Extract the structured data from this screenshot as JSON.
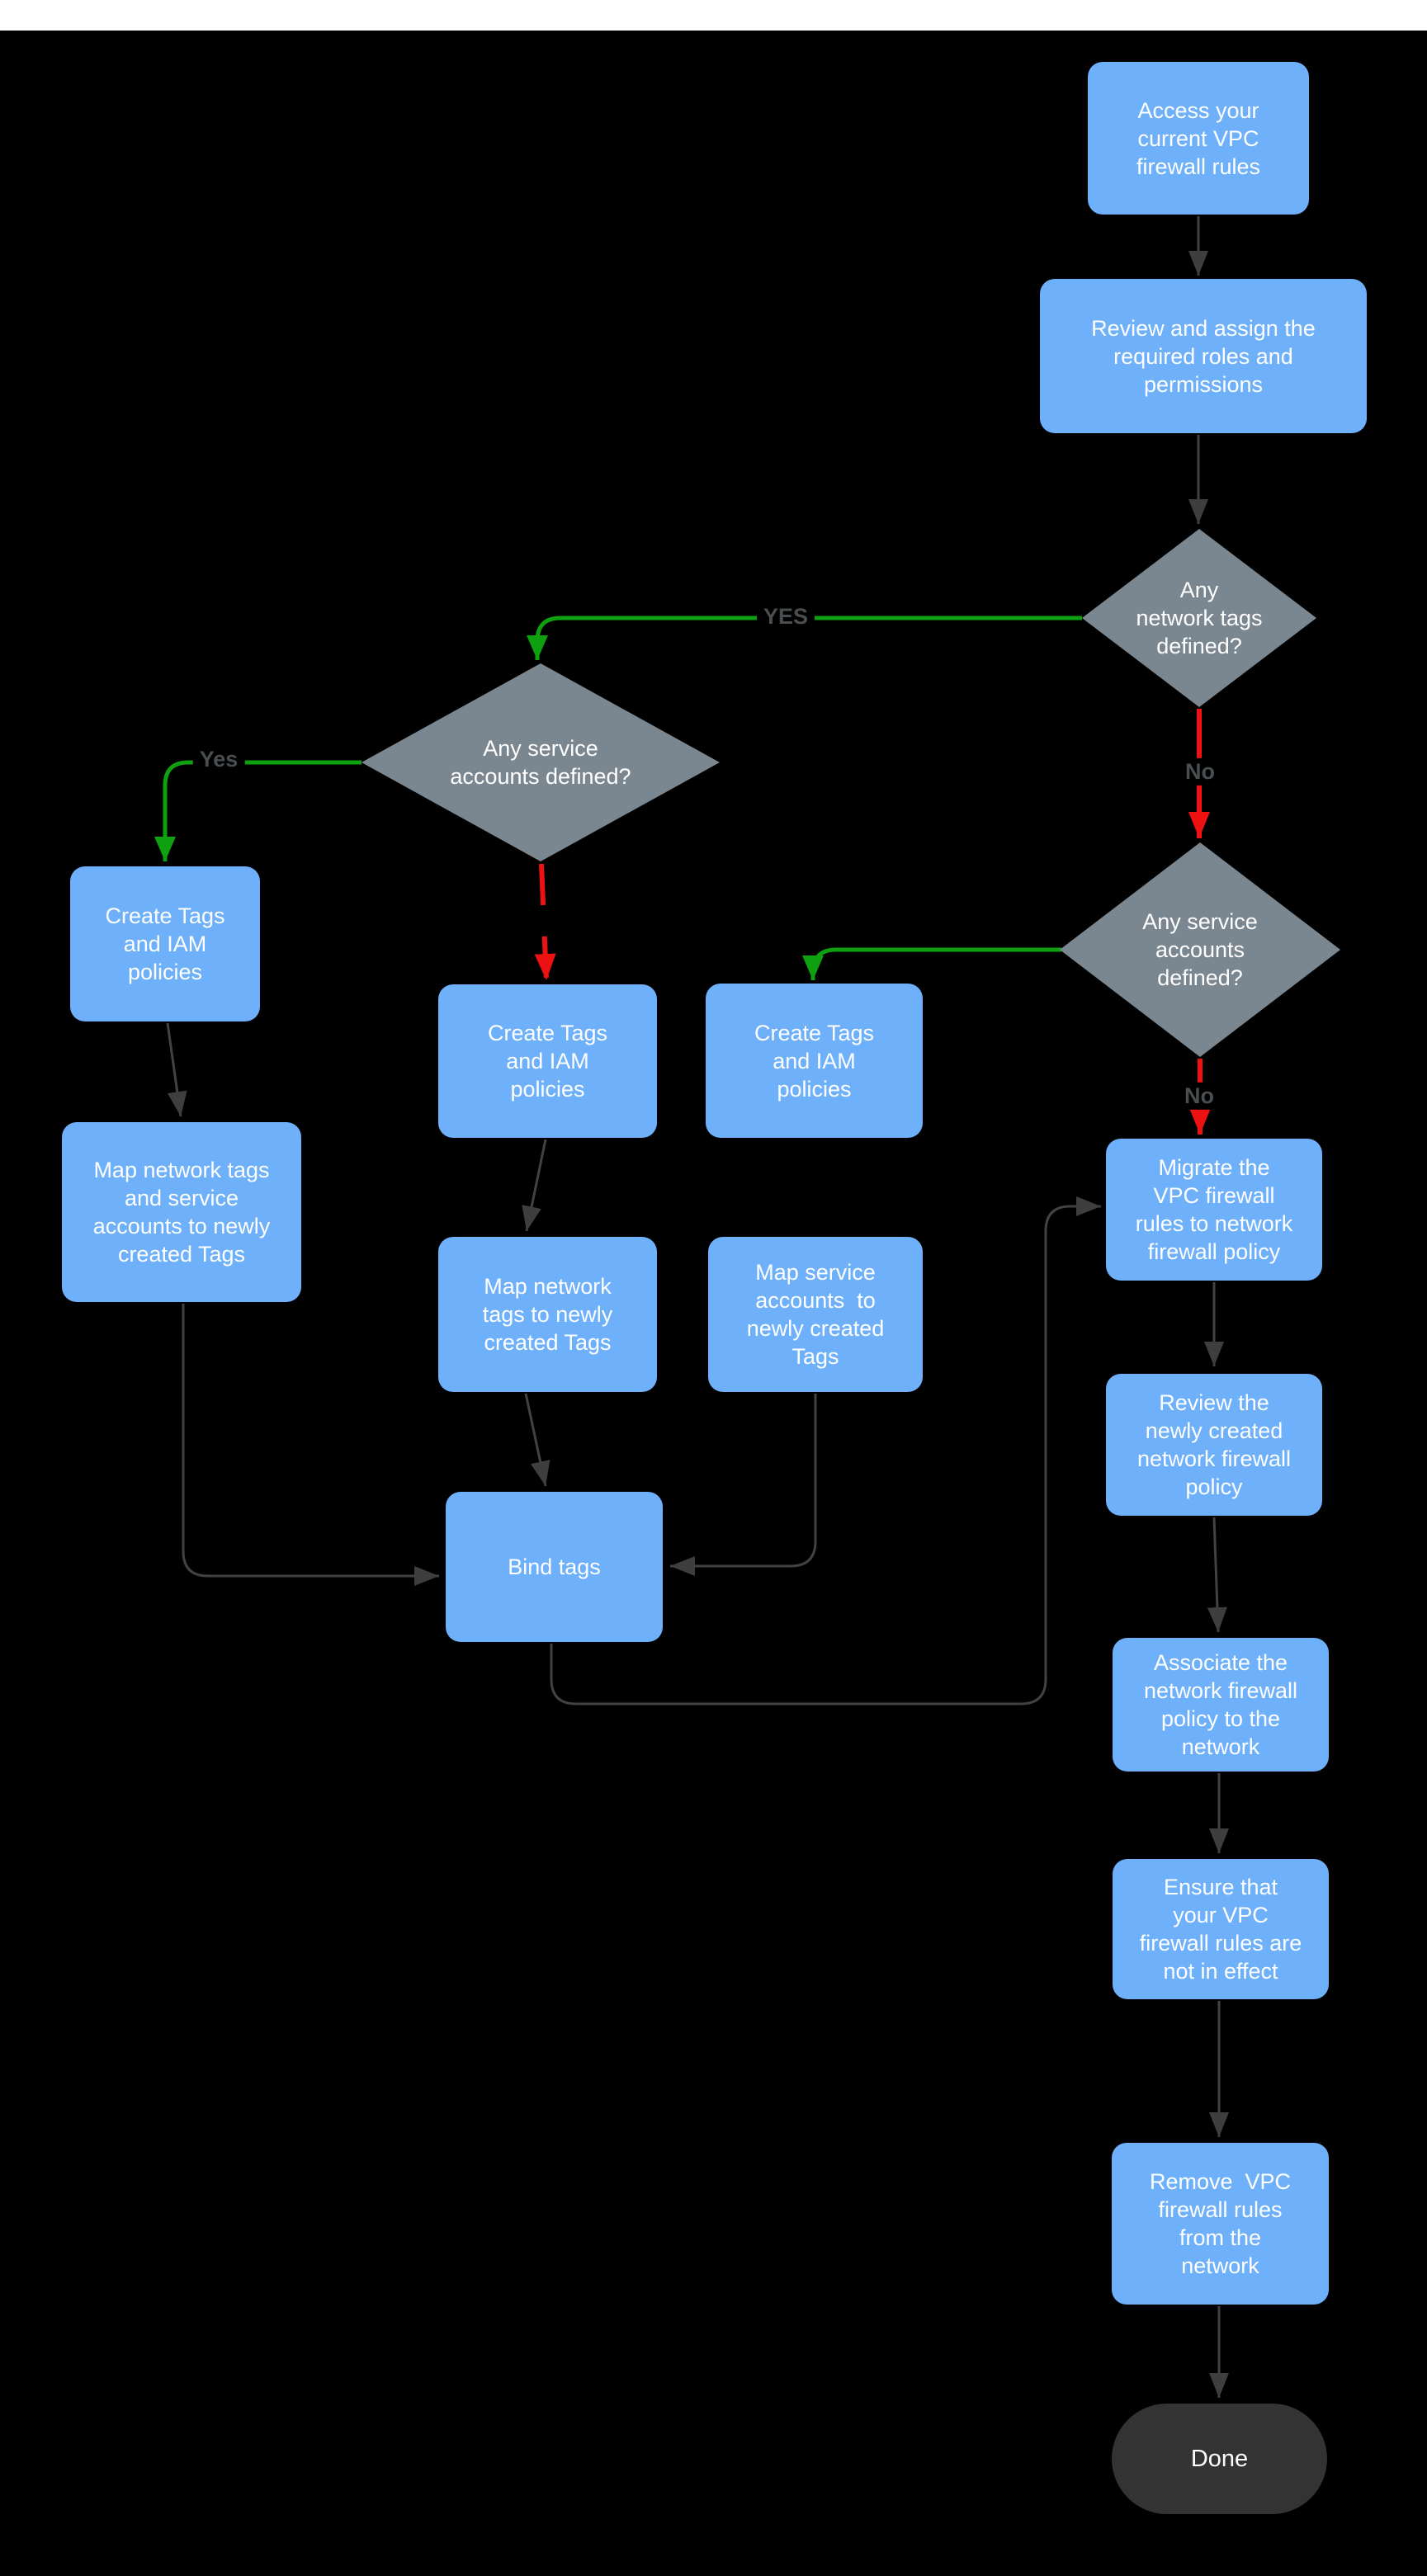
{
  "canvas": {
    "background": "#000000",
    "top_bar_color": "#ffffff"
  },
  "colors": {
    "process_box_fill": "#6EB0FA",
    "decision_diamond_fill": "#7B8790",
    "terminal_fill": "#333333",
    "node_text": "#ffffff",
    "edge_default": "#424242",
    "edge_yes": "#0EA00E",
    "edge_no": "#EE1111",
    "edge_label_text": "#4A4E50"
  },
  "nodes": {
    "access": {
      "type": "process",
      "lines": [
        "Access your",
        "current VPC",
        "firewall rules"
      ]
    },
    "review_roles": {
      "type": "process",
      "lines": [
        "Review and assign the",
        "required roles and",
        "permissions"
      ]
    },
    "network_tags_defined": {
      "type": "decision",
      "lines": [
        "Any",
        "network tags",
        "defined?"
      ]
    },
    "service_accounts_left": {
      "type": "decision",
      "lines": [
        "Any service",
        "accounts defined?"
      ]
    },
    "service_accounts_right": {
      "type": "decision",
      "lines": [
        "Any service",
        "accounts",
        "defined?"
      ]
    },
    "create_tags_left": {
      "type": "process",
      "lines": [
        "Create Tags",
        "and IAM",
        "policies"
      ]
    },
    "create_tags_mid": {
      "type": "process",
      "lines": [
        "Create Tags",
        "and IAM",
        "policies"
      ]
    },
    "create_tags_right": {
      "type": "process",
      "lines": [
        "Create Tags",
        "and IAM",
        "policies"
      ]
    },
    "map_network_service": {
      "type": "process",
      "lines": [
        "Map network tags",
        "and service",
        "accounts to newly",
        "created Tags"
      ]
    },
    "map_network": {
      "type": "process",
      "lines": [
        "Map network",
        "tags to newly",
        "created Tags"
      ]
    },
    "map_service": {
      "type": "process",
      "lines": [
        "Map service",
        "accounts  to",
        "newly created",
        "Tags"
      ]
    },
    "bind_tags": {
      "type": "process",
      "lines": [
        "Bind tags"
      ]
    },
    "migrate": {
      "type": "process",
      "lines": [
        "Migrate the",
        "VPC firewall",
        "rules to network",
        "firewall policy"
      ]
    },
    "review_policy": {
      "type": "process",
      "lines": [
        "Review the",
        "newly created",
        "network firewall",
        "policy"
      ]
    },
    "associate": {
      "type": "process",
      "lines": [
        "Associate the",
        "network firewall",
        "policy to the",
        "network"
      ]
    },
    "ensure": {
      "type": "process",
      "lines": [
        "Ensure that",
        "your VPC",
        "firewall rules are",
        "not in effect"
      ]
    },
    "remove": {
      "type": "process",
      "lines": [
        "Remove  VPC",
        "firewall rules",
        "from the",
        "network"
      ]
    },
    "done": {
      "type": "terminal",
      "lines": [
        "Done"
      ]
    }
  },
  "edge_labels": {
    "yes_caps": "YES",
    "yes": "Yes",
    "no_top": "No",
    "no_bottom": "No"
  }
}
